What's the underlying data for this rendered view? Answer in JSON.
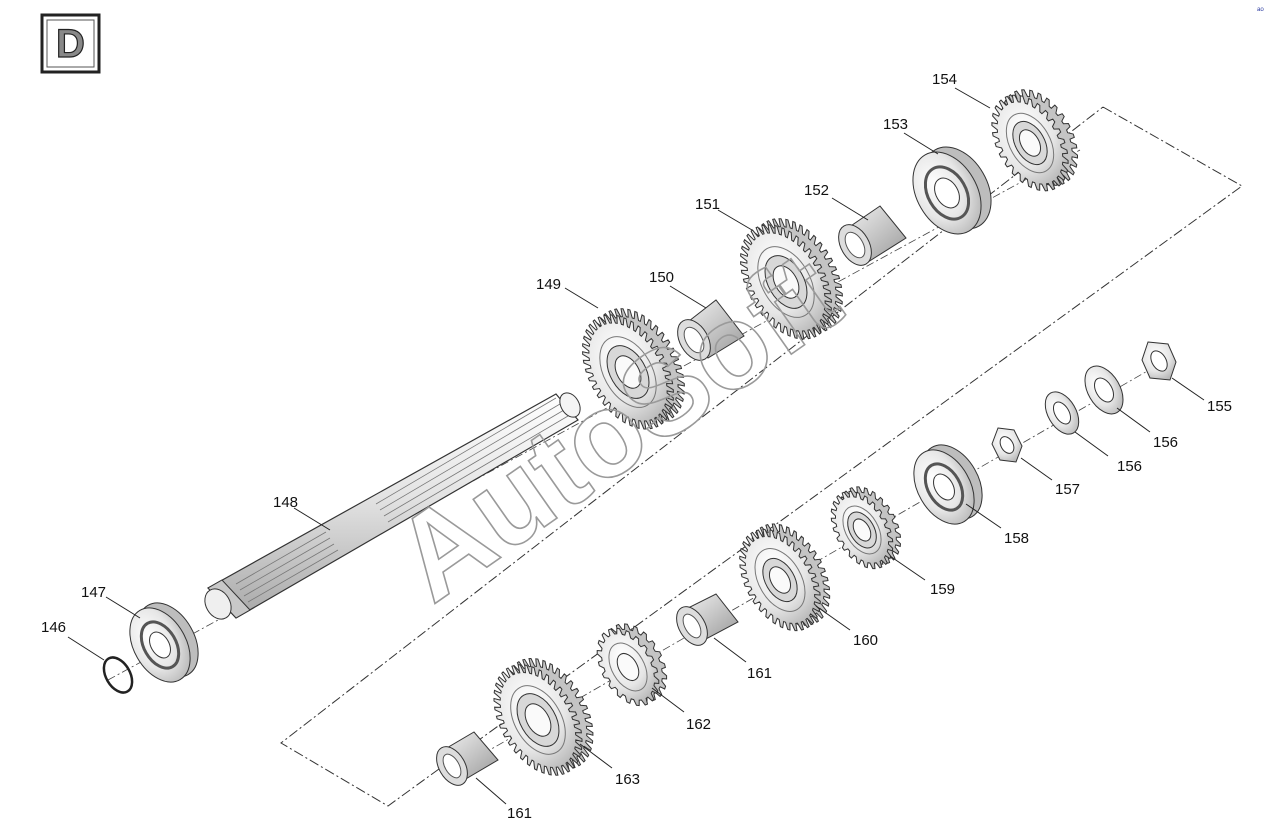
{
  "section_badge": "D",
  "watermark": "AutoSoft",
  "corner_mark": "ᵃᵒ",
  "parts": [
    {
      "id": "p146",
      "label": "146",
      "kind": "snap-ring"
    },
    {
      "id": "p147",
      "label": "147",
      "kind": "bearing"
    },
    {
      "id": "p148",
      "label": "148",
      "kind": "shaft"
    },
    {
      "id": "p149",
      "label": "149",
      "kind": "gear"
    },
    {
      "id": "p150",
      "label": "150",
      "kind": "bushing"
    },
    {
      "id": "p151",
      "label": "151",
      "kind": "gear"
    },
    {
      "id": "p152",
      "label": "152",
      "kind": "bushing"
    },
    {
      "id": "p153",
      "label": "153",
      "kind": "bearing"
    },
    {
      "id": "p154",
      "label": "154",
      "kind": "gear"
    },
    {
      "id": "p155",
      "label": "155",
      "kind": "nut"
    },
    {
      "id": "p156a",
      "label": "156",
      "kind": "washer"
    },
    {
      "id": "p156b",
      "label": "156",
      "kind": "washer"
    },
    {
      "id": "p157",
      "label": "157",
      "kind": "nut"
    },
    {
      "id": "p158",
      "label": "158",
      "kind": "bearing"
    },
    {
      "id": "p159",
      "label": "159",
      "kind": "gear"
    },
    {
      "id": "p160",
      "label": "160",
      "kind": "gear"
    },
    {
      "id": "p161a",
      "label": "161",
      "kind": "bushing"
    },
    {
      "id": "p162",
      "label": "162",
      "kind": "gear"
    },
    {
      "id": "p163",
      "label": "163",
      "kind": "gear"
    },
    {
      "id": "p161b",
      "label": "161",
      "kind": "bushing"
    }
  ]
}
